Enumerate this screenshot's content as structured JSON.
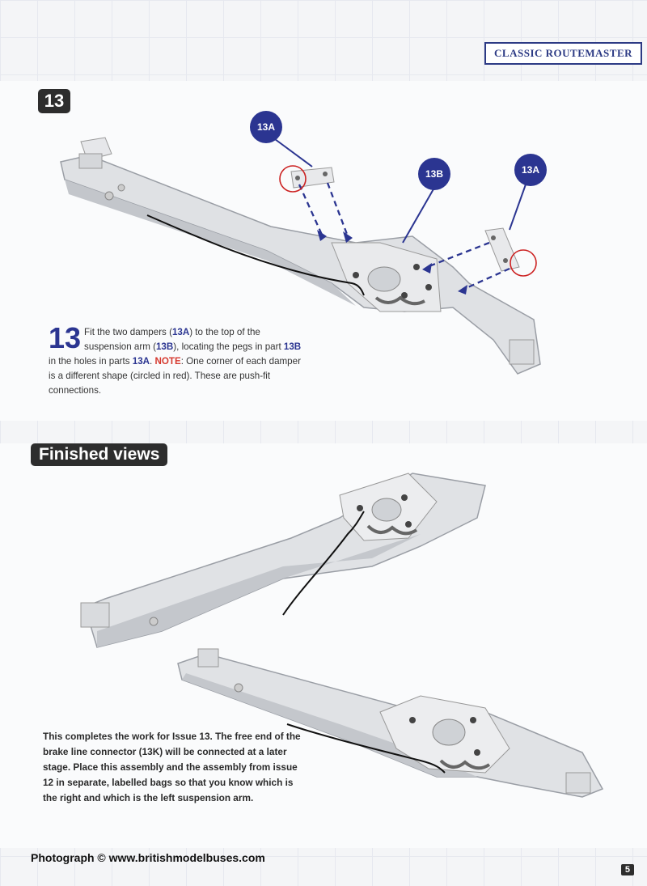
{
  "header": {
    "series_tag": "CLASSIC ROUTEMASTER"
  },
  "step": {
    "number_badge": "13",
    "big_number": "13",
    "text": {
      "p1": "Fit the two dampers (",
      "p2": "13A",
      "p3": ") to the top of the suspension arm (",
      "p4": "13B",
      "p5": "), locating the pegs in part ",
      "p6": "13B",
      "p7": " in the holes in parts ",
      "p8": "13A",
      "p9": ". ",
      "note": "NOTE",
      "p10": ": One corner of each damper is a different shape (circled in red). These are push-fit connections."
    },
    "callouts": {
      "damper_left": "13A",
      "arm": "13B",
      "damper_right": "13A"
    }
  },
  "finished": {
    "heading": "Finished views",
    "summary": "This completes the work for Issue 13. The free end of the brake line connector (13K) will be connected at a later stage. Place this assembly and the assembly from issue 12 in separate, labelled bags so that you know which is the right and which is the left suspension arm."
  },
  "footer": {
    "credit": "Photograph © www.britishmodelbuses.com",
    "page_number": "5"
  },
  "colors": {
    "accent_blue": "#2b3591",
    "note_red": "#d63a2f",
    "ring_red": "#cc2222",
    "tab_dark": "#2d2d2d"
  }
}
